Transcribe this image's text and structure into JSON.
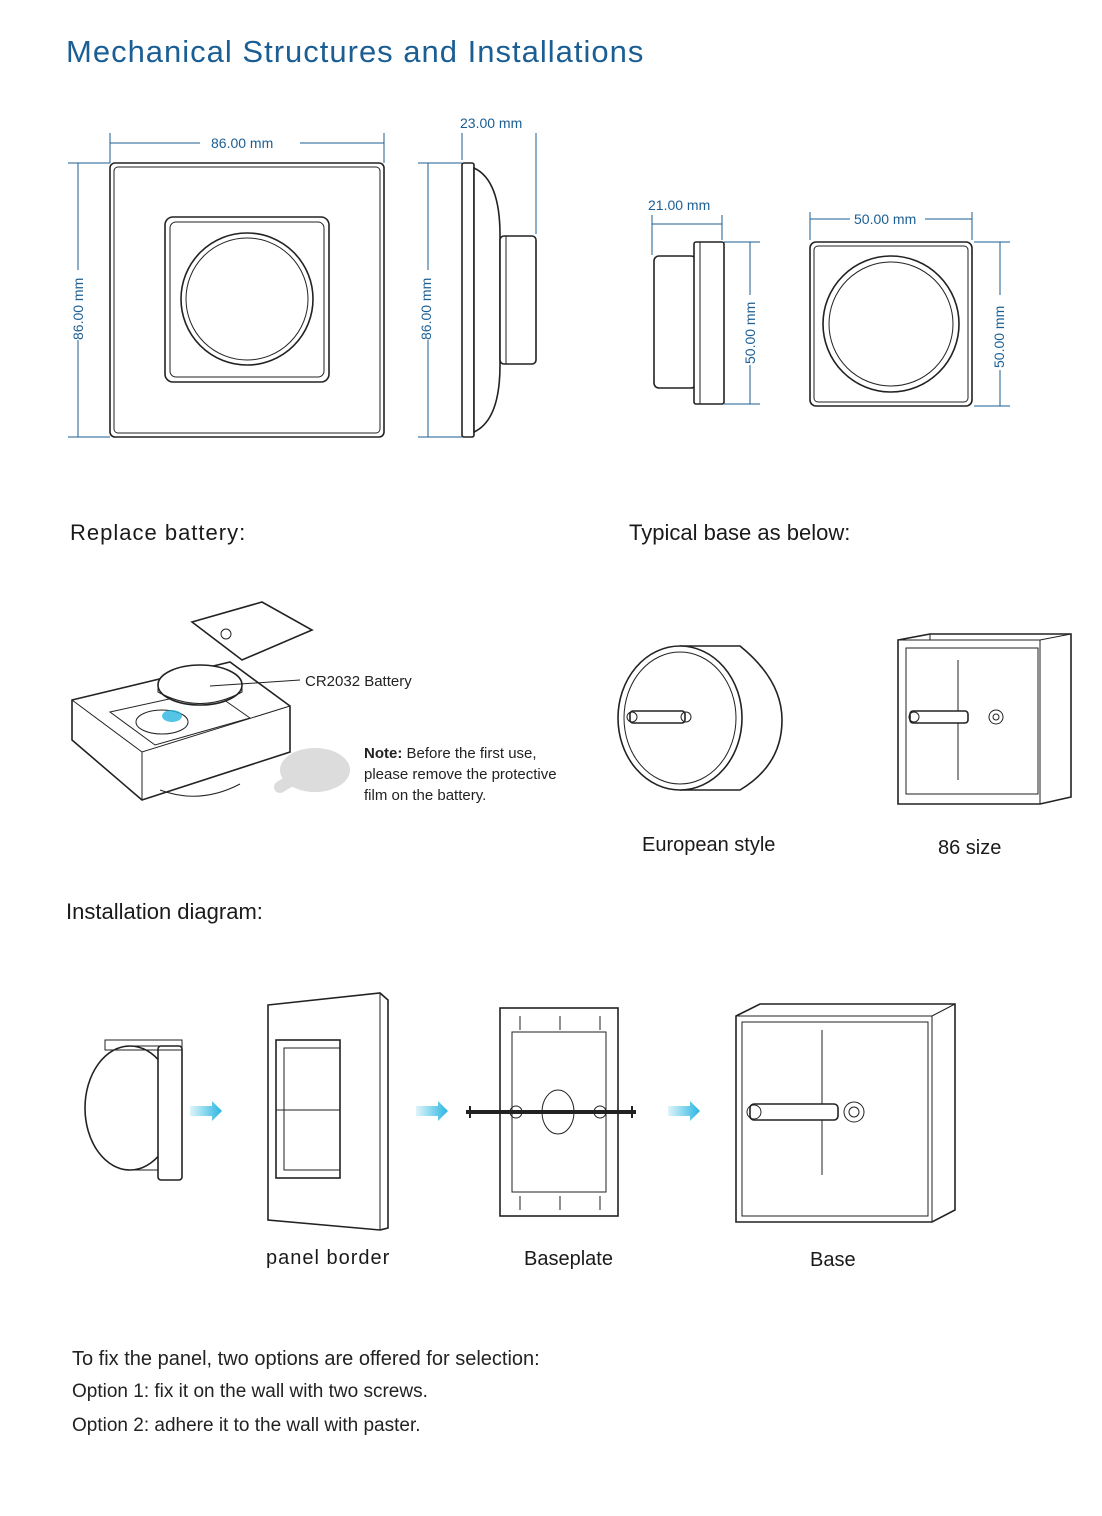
{
  "page": {
    "title": "Mechanical Structures and Installations"
  },
  "dimensions": {
    "front_width": "86.00 mm",
    "front_height": "86.00 mm",
    "side_height": "86.00 mm",
    "side_depth": "23.00 mm",
    "module_depth": "21.00 mm",
    "module_side_height": "50.00 mm",
    "module_width": "50.00 mm",
    "module_front_height": "50.00 mm"
  },
  "battery": {
    "heading": "Replace battery:",
    "battery_label": "CR2032 Battery",
    "note_label": "Note:",
    "note_text": " Before the first use, please remove the protective film on the battery."
  },
  "base": {
    "heading": "Typical base as below:",
    "european_caption": "European style",
    "size86_caption": "86 size"
  },
  "installation": {
    "heading": "Installation diagram:",
    "panel_border_caption": "panel border",
    "baseplate_caption": "Baseplate",
    "base_caption": "Base"
  },
  "fixing": {
    "intro": "To fix the panel, two options are offered for selection:",
    "option1": "Option 1: fix it on the wall with two screws.",
    "option2": "Option 2: adhere it to the wall with paster."
  },
  "colors": {
    "accent": "#1b5e93",
    "arrow": "#29b6e0"
  }
}
